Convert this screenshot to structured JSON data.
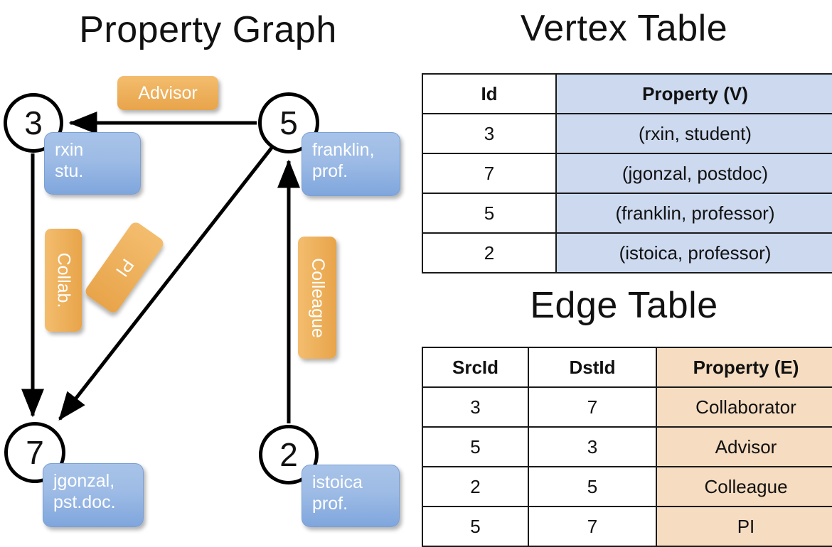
{
  "titles": {
    "property_graph": "Property Graph",
    "vertex_table": "Vertex Table",
    "edge_table": "Edge Table"
  },
  "graph": {
    "nodes": [
      {
        "id": "3",
        "label": "3",
        "property": "rxin\nstu."
      },
      {
        "id": "5",
        "label": "5",
        "property": "franklin,\nprof."
      },
      {
        "id": "7",
        "label": "7",
        "property": "jgonzal,\npst.doc."
      },
      {
        "id": "2",
        "label": "2",
        "property": "istoica\nprof."
      }
    ],
    "edge_labels": [
      {
        "key": "advisor",
        "text": "Advisor",
        "orientation": "horizontal"
      },
      {
        "key": "collab",
        "text": "Collab.",
        "orientation": "vertical"
      },
      {
        "key": "pi",
        "text": "PI",
        "orientation": "rotated"
      },
      {
        "key": "colleague",
        "text": "Colleague",
        "orientation": "vertical"
      }
    ],
    "edges": [
      {
        "src": "5",
        "dst": "3",
        "label": "Advisor"
      },
      {
        "src": "3",
        "dst": "7",
        "label": "Collab."
      },
      {
        "src": "5",
        "dst": "7",
        "label": "PI"
      },
      {
        "src": "2",
        "dst": "5",
        "label": "Colleague"
      }
    ]
  },
  "vertex_table": {
    "headers": [
      "Id",
      "Property (V)"
    ],
    "rows": [
      {
        "id": "3",
        "property": "(rxin, student)"
      },
      {
        "id": "7",
        "property": "(jgonzal, postdoc)"
      },
      {
        "id": "5",
        "property": "(franklin, professor)"
      },
      {
        "id": "2",
        "property": "(istoica, professor)"
      }
    ]
  },
  "edge_table": {
    "headers": [
      "SrcId",
      "DstId",
      "Property (E)"
    ],
    "rows": [
      {
        "src": "3",
        "dst": "7",
        "property": "Collaborator"
      },
      {
        "src": "5",
        "dst": "3",
        "property": "Advisor"
      },
      {
        "src": "2",
        "dst": "5",
        "property": "Colleague"
      },
      {
        "src": "5",
        "dst": "7",
        "property": "PI"
      }
    ]
  },
  "colors": {
    "vertex_property_box": "#9dbbe5",
    "edge_property_box": "#e9a94f",
    "vertex_table_highlight": "#ccd9ef",
    "edge_table_highlight": "#f6dcc0",
    "stroke": "#000000"
  }
}
